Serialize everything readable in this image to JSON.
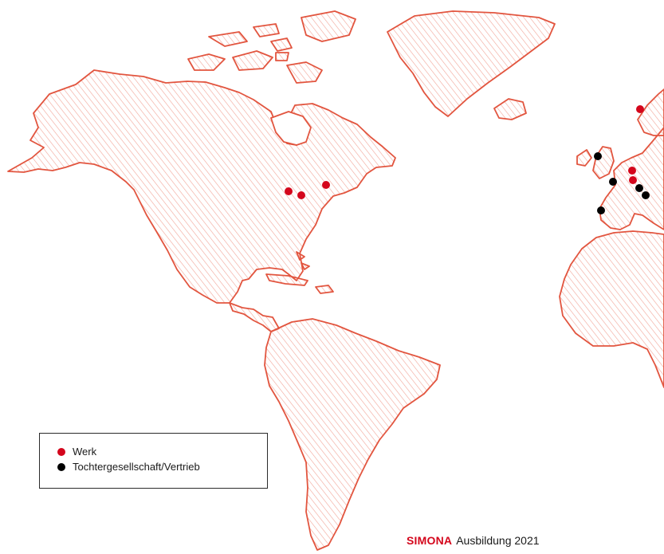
{
  "colors": {
    "land_outline": "#e2553f",
    "land_hatch": "#f1a497",
    "werk": "#d4061c",
    "tochter": "#000000",
    "brand": "#d4061c"
  },
  "legend": {
    "items": [
      {
        "label": "Werk",
        "color": "#d4061c"
      },
      {
        "label": "Tochtergesellschaft/Vertrieb",
        "color": "#000000"
      }
    ]
  },
  "footer": {
    "brand": "SIMONA",
    "text": "Ausbildung 2021"
  },
  "locations": [
    {
      "type": "werk",
      "region": "North America"
    },
    {
      "type": "werk",
      "region": "North America"
    },
    {
      "type": "werk",
      "region": "North America"
    },
    {
      "type": "werk",
      "region": "Europe"
    },
    {
      "type": "werk",
      "region": "Europe"
    },
    {
      "type": "werk",
      "region": "Europe"
    },
    {
      "type": "tochter",
      "region": "Europe"
    },
    {
      "type": "tochter",
      "region": "Europe"
    },
    {
      "type": "tochter",
      "region": "Europe"
    },
    {
      "type": "tochter",
      "region": "Europe"
    },
    {
      "type": "tochter",
      "region": "Europe"
    }
  ]
}
